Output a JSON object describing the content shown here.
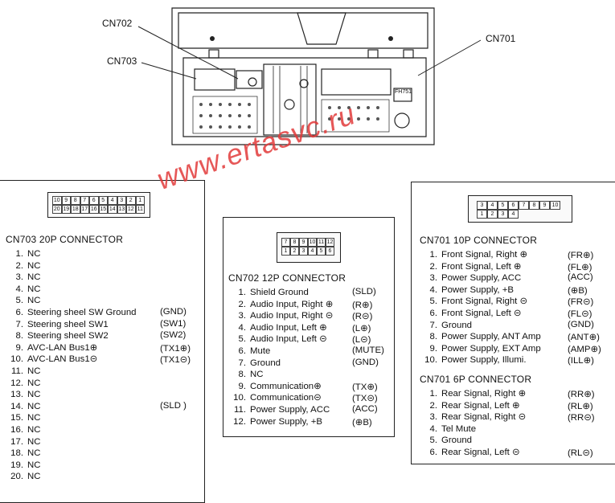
{
  "labels": {
    "cn702": "CN702",
    "cn703": "CN703",
    "cn701": "CN701",
    "fuse": "FH751"
  },
  "watermark": "www.ertasvc.ru",
  "cn703": {
    "title": "CN703  20P CONNECTOR",
    "face_top": [
      "10",
      "9",
      "8",
      "7",
      "6",
      "5",
      "4",
      "3",
      "2",
      "1"
    ],
    "face_bottom": [
      "20",
      "19",
      "18",
      "17",
      "16",
      "15",
      "14",
      "13",
      "12",
      "11"
    ],
    "pins": [
      {
        "n": "1.",
        "name": "NC",
        "sig": ""
      },
      {
        "n": "2.",
        "name": "NC",
        "sig": ""
      },
      {
        "n": "3.",
        "name": "NC",
        "sig": ""
      },
      {
        "n": "4.",
        "name": "NC",
        "sig": ""
      },
      {
        "n": "5.",
        "name": "NC",
        "sig": ""
      },
      {
        "n": "6.",
        "name": "Steering sheel SW Ground",
        "sig": "(GND)"
      },
      {
        "n": "7.",
        "name": "Steering sheel SW1",
        "sig": "(SW1)"
      },
      {
        "n": "8.",
        "name": "Steering sheel SW2",
        "sig": "(SW2)"
      },
      {
        "n": "9.",
        "name": "AVC-LAN Bus1⊕",
        "sig": "(TX1⊕)"
      },
      {
        "n": "10.",
        "name": "AVC-LAN Bus1⊝",
        "sig": "(TX1⊝)"
      },
      {
        "n": "11.",
        "name": "NC",
        "sig": ""
      },
      {
        "n": "12.",
        "name": "NC",
        "sig": ""
      },
      {
        "n": "13.",
        "name": "NC",
        "sig": ""
      },
      {
        "n": "14.",
        "name": "NC",
        "sig": "(SLD )"
      },
      {
        "n": "15.",
        "name": "NC",
        "sig": ""
      },
      {
        "n": "16.",
        "name": "NC",
        "sig": ""
      },
      {
        "n": "17.",
        "name": "NC",
        "sig": ""
      },
      {
        "n": "18.",
        "name": "NC",
        "sig": ""
      },
      {
        "n": "19.",
        "name": "NC",
        "sig": ""
      },
      {
        "n": "20.",
        "name": "NC",
        "sig": ""
      }
    ]
  },
  "cn702": {
    "title": "CN702  12P CONNECTOR",
    "face_top": [
      "7",
      "8",
      "9",
      "10",
      "11",
      "12"
    ],
    "face_bottom": [
      "1",
      "2",
      "3",
      "4",
      "5",
      "6"
    ],
    "pins": [
      {
        "n": "1.",
        "name": "Shield Ground",
        "sig": "(SLD)"
      },
      {
        "n": "2.",
        "name": "Audio Input, Right ⊕",
        "sig": "(R⊕)"
      },
      {
        "n": "3.",
        "name": "Audio Input, Right ⊝",
        "sig": "(R⊝)"
      },
      {
        "n": "4.",
        "name": "Audio Input, Left ⊕",
        "sig": "(L⊕)"
      },
      {
        "n": "5.",
        "name": "Audio Input, Left ⊝",
        "sig": "(L⊝)"
      },
      {
        "n": "6.",
        "name": "Mute",
        "sig": "(MUTE)"
      },
      {
        "n": "7.",
        "name": "Ground",
        "sig": "(GND)"
      },
      {
        "n": "8.",
        "name": "NC",
        "sig": ""
      },
      {
        "n": "9.",
        "name": "Communication⊕",
        "sig": "(TX⊕)"
      },
      {
        "n": "10.",
        "name": "Communication⊝",
        "sig": "(TX⊝)"
      },
      {
        "n": "11.",
        "name": "Power Supply, ACC",
        "sig": "(ACC)"
      },
      {
        "n": "12.",
        "name": "Power Supply, +B",
        "sig": "(⊕B)"
      }
    ]
  },
  "cn701_10p": {
    "title": "CN701  10P CONNECTOR",
    "face_top": [
      "3",
      "4",
      "5",
      "6",
      "7",
      "8",
      "9",
      "10"
    ],
    "face_bottom": [
      "1",
      "2",
      "3",
      "4"
    ],
    "pins": [
      {
        "n": "1.",
        "name": "Front Signal, Right ⊕",
        "sig": "(FR⊕)"
      },
      {
        "n": "2.",
        "name": "Front Signal, Left ⊕",
        "sig": "(FL⊕)"
      },
      {
        "n": "3.",
        "name": "Power Supply, ACC",
        "sig": "(ACC)"
      },
      {
        "n": "4.",
        "name": "Power Supply, +B",
        "sig": "(⊕B)"
      },
      {
        "n": "5.",
        "name": "Front Signal, Right ⊝",
        "sig": "(FR⊝)"
      },
      {
        "n": "6.",
        "name": "Front Signal, Left ⊝",
        "sig": "(FL⊝)"
      },
      {
        "n": "7.",
        "name": "Ground",
        "sig": "(GND)"
      },
      {
        "n": "8.",
        "name": "Power Supply, ANT Amp",
        "sig": "(ANT⊕)"
      },
      {
        "n": "9.",
        "name": "Power Supply, EXT Amp",
        "sig": "(AMP⊕)"
      },
      {
        "n": "10.",
        "name": "Power Supply, Illumi.",
        "sig": "(ILL⊕)"
      }
    ]
  },
  "cn701_6p": {
    "title": "CN701   6P CONNECTOR",
    "pins": [
      {
        "n": "1.",
        "name": "Rear Signal, Right ⊕",
        "sig": "(RR⊕)"
      },
      {
        "n": "2.",
        "name": "Rear Signal, Left ⊕",
        "sig": "(RL⊕)"
      },
      {
        "n": "3.",
        "name": "Rear Signal, Right ⊝",
        "sig": "(RR⊝)"
      },
      {
        "n": "4.",
        "name": "Tel Mute",
        "sig": ""
      },
      {
        "n": "5.",
        "name": "Ground",
        "sig": ""
      },
      {
        "n": "6.",
        "name": "Rear Signal, Left ⊝",
        "sig": "(RL⊝)"
      }
    ]
  }
}
